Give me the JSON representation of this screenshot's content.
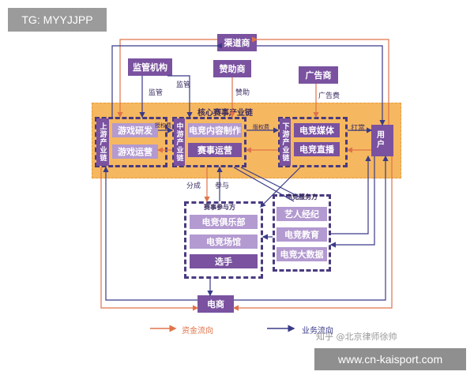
{
  "tags": {
    "top_left": "TG: MYYJJPP",
    "bottom_right": "www.cn-kaisport.com"
  },
  "nodes": {
    "channel": "渠道商",
    "regulator": "监管机构",
    "sponsor": "赞助商",
    "advertiser": "广告商",
    "core_title": "核心赛事产业链",
    "upstream_label": "上游产业链",
    "game_dev": "游戏研发",
    "game_ops": "游戏运营",
    "midstream_label": "中游产业链",
    "content_prod": "电竞内容制作",
    "event_ops": "赛事运营",
    "downstream_label": "下游产业链",
    "media": "电竞媒体",
    "live": "电竞直播",
    "user": "用户",
    "participants_title": "赛事参与方",
    "club": "电竞俱乐部",
    "venue": "电竞场馆",
    "player": "选手",
    "services_title": "电竞服务方",
    "agency": "艺人经纪",
    "education": "电竞教育",
    "bigdata": "电竞大数据",
    "ecommerce": "电商"
  },
  "edge_labels": {
    "supervise_left": "监管",
    "supervise_right": "监管",
    "sponsor_fee": "赞助",
    "ad_fee": "广告费",
    "license_fee_a": "授权费",
    "license_fee_b": "版权费",
    "tip": "打赏",
    "revenue_share": "分成",
    "participate": "参与"
  },
  "legend": {
    "money_flow": "资金流向",
    "business_flow": "业务流向"
  },
  "watermark": "知乎 @北京律师徐帅",
  "colors": {
    "dark_purple": "#7a52a0",
    "light_purple": "#b39ad0",
    "orange": "#f5b860",
    "money_line": "#e0734a",
    "business_line": "#3a3a8a"
  }
}
